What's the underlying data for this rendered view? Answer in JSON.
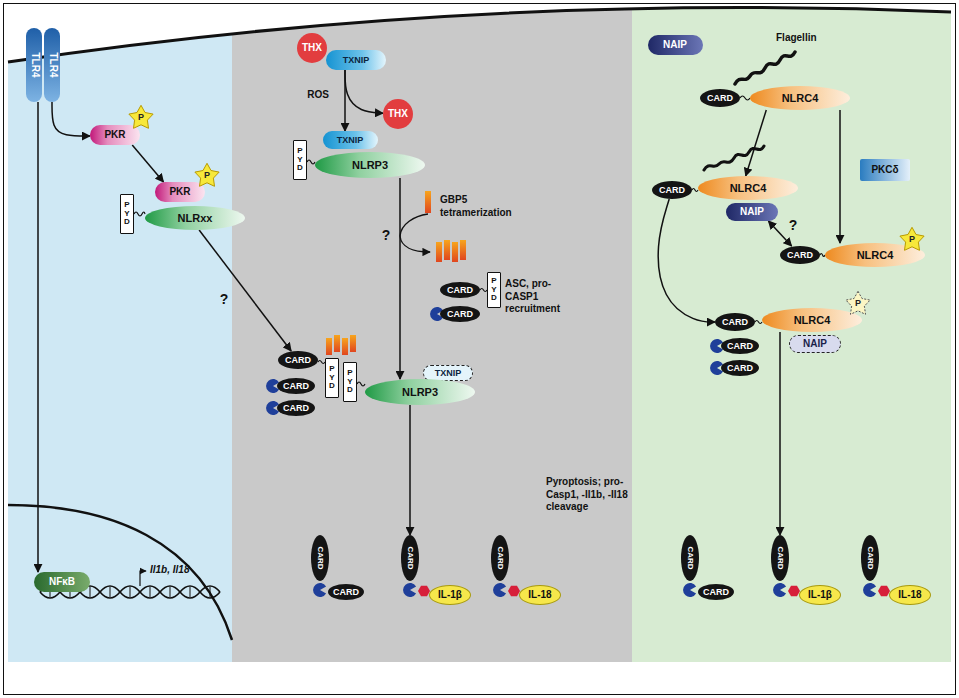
{
  "diagram": {
    "nodes": [
      {
        "text": [
          "TLR4"
        ]
      },
      {
        "text": [
          "TLR4"
        ]
      },
      {
        "text": [
          "PKR"
        ]
      },
      {
        "text": [
          "P"
        ]
      },
      {
        "text": [
          "PKR"
        ]
      },
      {
        "text": [
          "P"
        ]
      },
      {
        "text": [
          "PYD"
        ]
      },
      {
        "text": [
          "NLRxx"
        ]
      },
      {
        "text": [
          "NFκB"
        ]
      },
      {
        "text": [
          "THX"
        ]
      },
      {
        "text": [
          "TXNIP"
        ]
      },
      {
        "text": [
          "THX"
        ]
      },
      {
        "text": [
          "PYD"
        ]
      },
      {
        "text": [
          "TXNIP"
        ]
      },
      {
        "text": [
          "NLRP3"
        ]
      },
      {
        "text": [
          "CARD"
        ]
      },
      {
        "text": [
          "PYD"
        ]
      },
      {
        "text": [
          "CARD"
        ]
      },
      {
        "text": [
          "CARD"
        ]
      },
      {
        "text": [
          "PYD"
        ]
      },
      {
        "text": [
          "PYD"
        ]
      },
      {
        "text": [
          "TXNIP"
        ]
      },
      {
        "text": [
          "NLRP3"
        ]
      },
      {
        "text": [
          "CARD"
        ]
      },
      {
        "text": [
          "CARD"
        ]
      },
      {
        "text": [
          "CARD"
        ]
      },
      {
        "text": [
          "CARD"
        ]
      },
      {
        "text": [
          "CARD"
        ]
      },
      {
        "text": [
          "IL-1β"
        ]
      },
      {
        "text": [
          "CARD"
        ]
      },
      {
        "text": [
          "IL-18"
        ]
      },
      {
        "text": [
          "NAIP"
        ]
      },
      {
        "text": [
          "CARD"
        ]
      },
      {
        "text": [
          "NLRC4"
        ]
      },
      {
        "text": [
          "PKCδ"
        ]
      },
      {
        "text": [
          "CARD"
        ]
      },
      {
        "text": [
          "NLRC4"
        ]
      },
      {
        "text": [
          "NAIP"
        ]
      },
      {
        "text": [
          "CARD"
        ]
      },
      {
        "text": [
          "NLRC4"
        ]
      },
      {
        "text": [
          "P"
        ]
      },
      {
        "text": [
          "CARD"
        ]
      },
      {
        "text": [
          "NLRC4"
        ]
      },
      {
        "text": [
          "NAIP"
        ]
      },
      {
        "text": [
          "P"
        ]
      },
      {
        "text": [
          "CARD"
        ]
      },
      {
        "text": [
          "CARD"
        ]
      },
      {
        "text": [
          "CARD"
        ]
      },
      {
        "text": [
          "CARD"
        ]
      },
      {
        "text": [
          "CARD"
        ]
      },
      {
        "text": [
          "IL-1β"
        ]
      },
      {
        "text": [
          "CARD"
        ]
      },
      {
        "text": [
          "IL-18"
        ]
      }
    ],
    "edges": [
      {
        "from": 0,
        "to": 8,
        "arrow": "to"
      },
      {
        "from": 1,
        "to": 2,
        "arrow": "to"
      },
      {
        "from": 2,
        "to": 4,
        "arrow": "to"
      },
      {
        "from": 7,
        "to": 18,
        "label": "?",
        "arrow": "to"
      },
      {
        "from": 10,
        "to": 13,
        "label": "ROS",
        "arrow": "to"
      },
      {
        "from": 10,
        "to": 11,
        "arrow": "to"
      },
      {
        "from": 14,
        "to": 22,
        "arrow": "to"
      },
      {
        "from": 22,
        "to": 27,
        "arrow": "to"
      },
      {
        "from": 33,
        "to": 36,
        "arrow": "to"
      },
      {
        "from": 33,
        "to": 39,
        "arrow": "to"
      },
      {
        "from": 37,
        "to": 38,
        "label": "?",
        "arrow": "both"
      },
      {
        "from": 35,
        "to": 41,
        "arrow": "to"
      },
      {
        "from": 42,
        "to": 49,
        "arrow": "to"
      }
    ],
    "labels": [
      "Il1b, Il18",
      "GBP5 tetramerization",
      "?",
      "ASC, pro-CASP1 recruitment",
      "Pyroptosis; pro-Casp1, -Il1b, -Il18 cleavage",
      "Flagellin"
    ]
  }
}
